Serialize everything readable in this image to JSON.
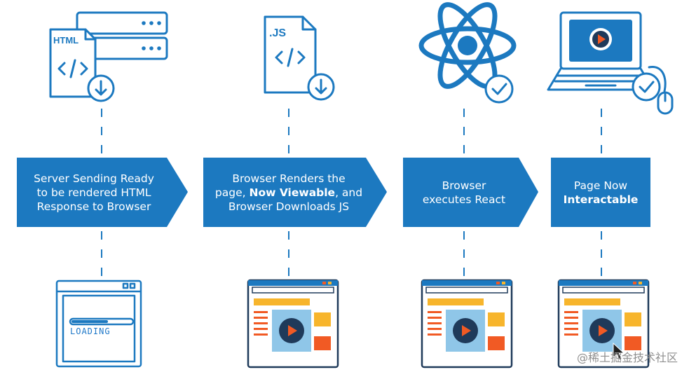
{
  "colors": {
    "blue": "#1c79c0",
    "orange": "#f15a24",
    "yellow": "#f7b52c",
    "light_blue": "#8fc6e8"
  },
  "stages": [
    {
      "name": "server",
      "icon": "html-file-icon",
      "file_label": "HTML",
      "code_label": "</>",
      "lines": [
        "Server Sending Ready",
        "to be rendered HTML",
        "Response to Browser"
      ],
      "bold": [],
      "browser": "loading"
    },
    {
      "name": "browser-render",
      "icon": "js-file-icon",
      "file_label": ".JS",
      "code_label": "</>",
      "lines": [
        "Browser Renders the",
        "page, Now Viewable, and",
        "Browser Downloads JS"
      ],
      "bold": [
        "Now Viewable"
      ],
      "browser": "page"
    },
    {
      "name": "react",
      "icon": "react-atom-icon",
      "lines": [
        "Browser",
        "executes React"
      ],
      "bold": [],
      "browser": "page"
    },
    {
      "name": "interactable",
      "icon": "laptop-icon",
      "lines": [
        "Page Now",
        "Interactable"
      ],
      "bold": [
        "Interactable"
      ],
      "browser": "page-cursor"
    }
  ],
  "loading_label": "LOADING",
  "watermark": "@稀土掘金技术社区"
}
